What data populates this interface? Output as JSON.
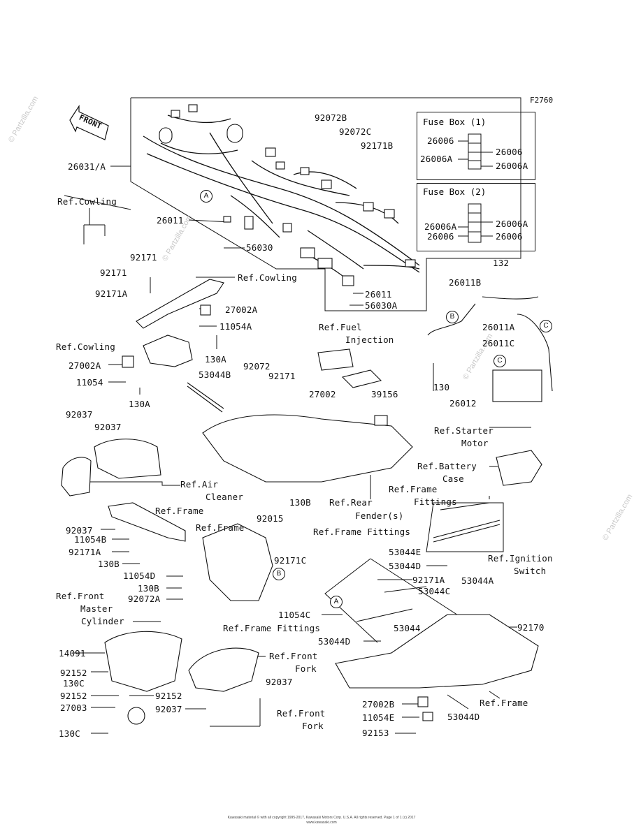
{
  "figure_code": "F2760",
  "front_label": "FRONT",
  "watermark": "© Partzilla.com",
  "fuse_box_1": {
    "title": "Fuse Box (1)",
    "left": [
      "26006",
      "26006A"
    ],
    "right": [
      "26006",
      "26006A"
    ]
  },
  "fuse_box_2": {
    "title": "Fuse Box (2)",
    "left": [
      "26006A",
      "26006"
    ],
    "right": [
      "26006A",
      "26006"
    ]
  },
  "callouts": {
    "A": "A",
    "B": "B",
    "C": "C"
  },
  "labels": {
    "l_92072B": "92072B",
    "l_92072C": "92072C",
    "l_92171B": "92171B",
    "l_26031A": "26031/A",
    "l_refcowl1": "Ref.Cowling",
    "l_26011_top": "26011",
    "l_56030": "56030",
    "l_92171_a": "92171",
    "l_92171_b": "92171",
    "l_refcowl2": "Ref.Cowling",
    "l_92171A_1": "92171A",
    "l_27002A_r": "27002A",
    "l_11054A": "11054A",
    "l_refcowl3": "Ref.Cowling",
    "l_130A_1": "130A",
    "l_27002A_l": "27002A",
    "l_11054": "11054",
    "l_130A_2": "130A",
    "l_53044B": "53044B",
    "l_92072": "92072",
    "l_92171_c": "92171",
    "l_reffuel1": "Ref.Fuel",
    "l_reffuel2": "Injection",
    "l_27002": "27002",
    "l_39156": "39156",
    "l_26011_mid": "26011",
    "l_56030A": "56030A",
    "l_132": "132",
    "l_26011B": "26011B",
    "l_26011A": "26011A",
    "l_26011C": "26011C",
    "l_130": "130",
    "l_26012": "26012",
    "l_refstarter1": "Ref.Starter",
    "l_refstarter2": "Motor",
    "l_refbattery1": "Ref.Battery",
    "l_refbattery2": "Case",
    "l_92037_a": "92037",
    "l_92037_b": "92037",
    "l_refair1": "Ref.Air",
    "l_refair2": "Cleaner",
    "l_refrear1": "Ref.Rear",
    "l_refrear2": "Fender(s)",
    "l_refframefit1": "Ref.Frame",
    "l_refframefit2": "Fittings",
    "l_refframe1": "Ref.Frame",
    "l_refframe2": "Ref.Frame",
    "l_92037_c": "92037",
    "l_11054B": "11054B",
    "l_92171A_2": "92171A",
    "l_130B_1": "130B",
    "l_11054D": "11054D",
    "l_130B_2": "130B",
    "l_92072A": "92072A",
    "l_92015": "92015",
    "l_130B_3": "130B",
    "l_92171C": "92171C",
    "l_refframefit3": "Ref.Frame Fittings",
    "l_53044E": "53044E",
    "l_53044D_1": "53044D",
    "l_refign1": "Ref.Ignition",
    "l_refign2": "Switch",
    "l_92171A_3": "92171A",
    "l_53044A": "53044A",
    "l_53044C": "53044C",
    "l_reffront1": "Ref.Front",
    "l_reffront2": "Master",
    "l_reffront3": "Cylinder",
    "l_11054C": "11054C",
    "l_refframefit4": "Ref.Frame Fittings",
    "l_53044D_2": "53044D",
    "l_53044": "53044",
    "l_92170": "92170",
    "l_14091": "14091",
    "l_reffork1a": "Ref.Front",
    "l_reffork1b": "Fork",
    "l_92152_a": "92152",
    "l_130C_a": "130C",
    "l_92152_b": "92152",
    "l_92152_c": "92152",
    "l_27003": "27003",
    "l_92037_d": "92037",
    "l_92037_e": "92037",
    "l_reffork2a": "Ref.Front",
    "l_reffork2b": "Fork",
    "l_130C_b": "130C",
    "l_27002B": "27002B",
    "l_refframe3": "Ref.Frame",
    "l_11054E": "11054E",
    "l_53044D_3": "53044D",
    "l_92153": "92153"
  },
  "copyright": "Kawasaki material © with all copyright 1995-2017, Kawasaki Motors Corp. U.S.A. All rights reserved. Page 1 of 1 (c) 2017 www.kawasaki.com"
}
